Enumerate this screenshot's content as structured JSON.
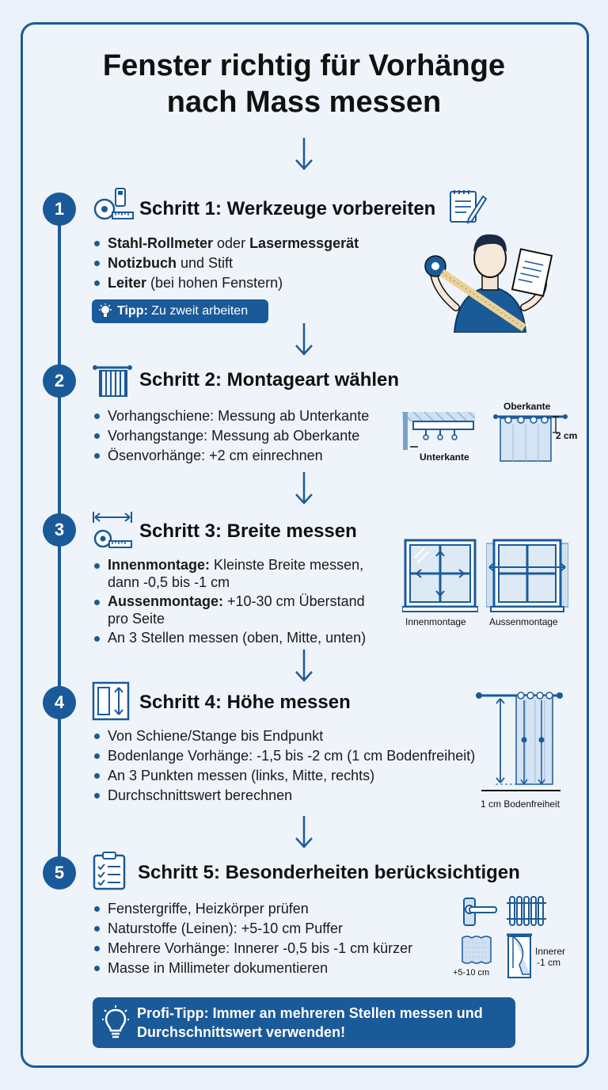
{
  "title_line1": "Fenster richtig für Vorhänge",
  "title_line2": "nach Mass messen",
  "steps": [
    {
      "number": "1",
      "title": "Schritt 1: Werkzeuge vorbereiten",
      "items": [
        {
          "b1": "Stahl-Rollmeter",
          "t1": " oder ",
          "b2": "Lasermessgerät",
          "t2": ""
        },
        {
          "b1": "Notizbuch",
          "t1": " und Stift",
          "b2": "",
          "t2": ""
        },
        {
          "b1": "Leiter",
          "t1": " (bei hohen Fenstern)",
          "b2": "",
          "t2": ""
        }
      ],
      "tip_label": "Tipp:",
      "tip_text": " Zu zweit arbeiten"
    },
    {
      "number": "2",
      "title": "Schritt 2: Montageart wählen",
      "items": [
        "Vorhangschiene: Messung ab Unterkante",
        "Vorhangstange: Messung ab Oberkante",
        "Ösenvorhänge: +2 cm einrechnen"
      ],
      "labels": {
        "unterkante": "Unterkante",
        "oberkante": "Oberkante",
        "two_cm": "2 cm"
      }
    },
    {
      "number": "3",
      "title": "Schritt 3: Breite messen",
      "items": [
        {
          "b": "Innenmontage:",
          "t": " Kleinste Breite messen, dann -0,5 bis -1 cm"
        },
        {
          "b": "Aussenmontage:",
          "t": " +10-30 cm Überstand pro Seite"
        },
        {
          "b": "",
          "t": "An 3 Stellen messen (oben, Mitte, unten)"
        }
      ],
      "labels": {
        "innen": "Innenmontage",
        "aussen": "Aussenmontage"
      }
    },
    {
      "number": "4",
      "title": "Schritt 4: Höhe messen",
      "items": [
        "Von Schiene/Stange bis Endpunkt",
        "Bodenlange Vorhänge: -1,5 bis -2 cm (1 cm Bodenfreiheit)",
        "An 3 Punkten messen (links, Mitte, rechts)",
        "Durchschnittswert berechnen"
      ],
      "labels": {
        "boden": "1 cm Bodenfreiheit"
      }
    },
    {
      "number": "5",
      "title": "Schritt 5: Besonderheiten berücksichtigen",
      "items": [
        "Fenstergriffe, Heizkörper prüfen",
        "Naturstoffe (Leinen): +5-10 cm Puffer",
        "Mehrere Vorhänge: Innerer -0,5 bis -1 cm kürzer",
        "Masse in Millimeter dokumentieren"
      ],
      "labels": {
        "puffer": "+5-10 cm",
        "innerer1": "Innerer",
        "innerer2": "-1 cm"
      }
    }
  ],
  "profi_tip_line1": "Profi-Tipp: Immer an mehreren Stellen messen und",
  "profi_tip_line2": "Durchschnittswert verwenden!",
  "colors": {
    "accent": "#1b5a99",
    "background": "#eaf1f8",
    "light_blue": "#cfe0f1"
  }
}
